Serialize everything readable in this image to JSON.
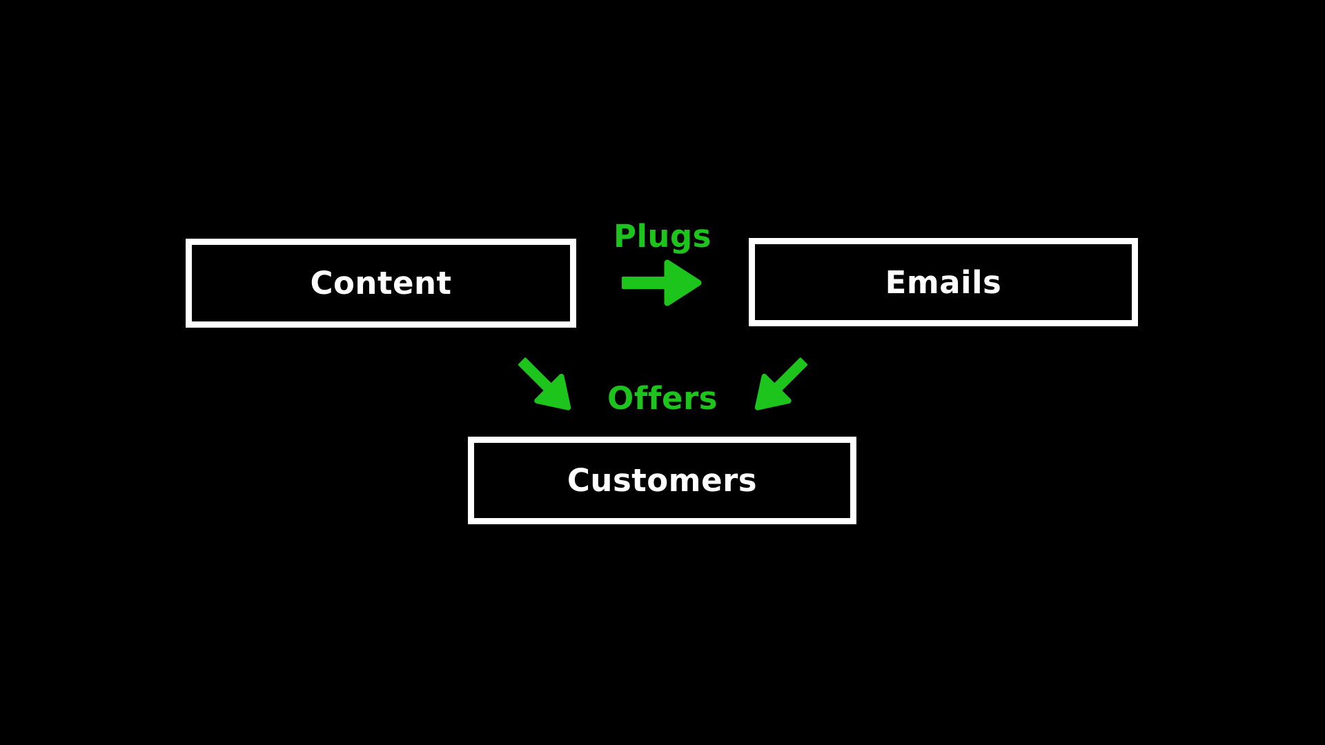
{
  "diagram": {
    "background": "#000000",
    "accent_green": "#1cc41c",
    "node_border_color": "#ffffff",
    "node_text_color": "#ffffff",
    "nodes": {
      "content": {
        "label": "Content"
      },
      "emails": {
        "label": "Emails"
      },
      "customers": {
        "label": "Customers"
      }
    },
    "edge_labels": {
      "plugs": {
        "text": "Plugs"
      },
      "offers": {
        "text": "Offers"
      }
    },
    "icons": {
      "right_arrow": "arrow-right",
      "down_right_arrow": "arrow-down-right",
      "down_left_arrow": "arrow-down-left"
    }
  }
}
